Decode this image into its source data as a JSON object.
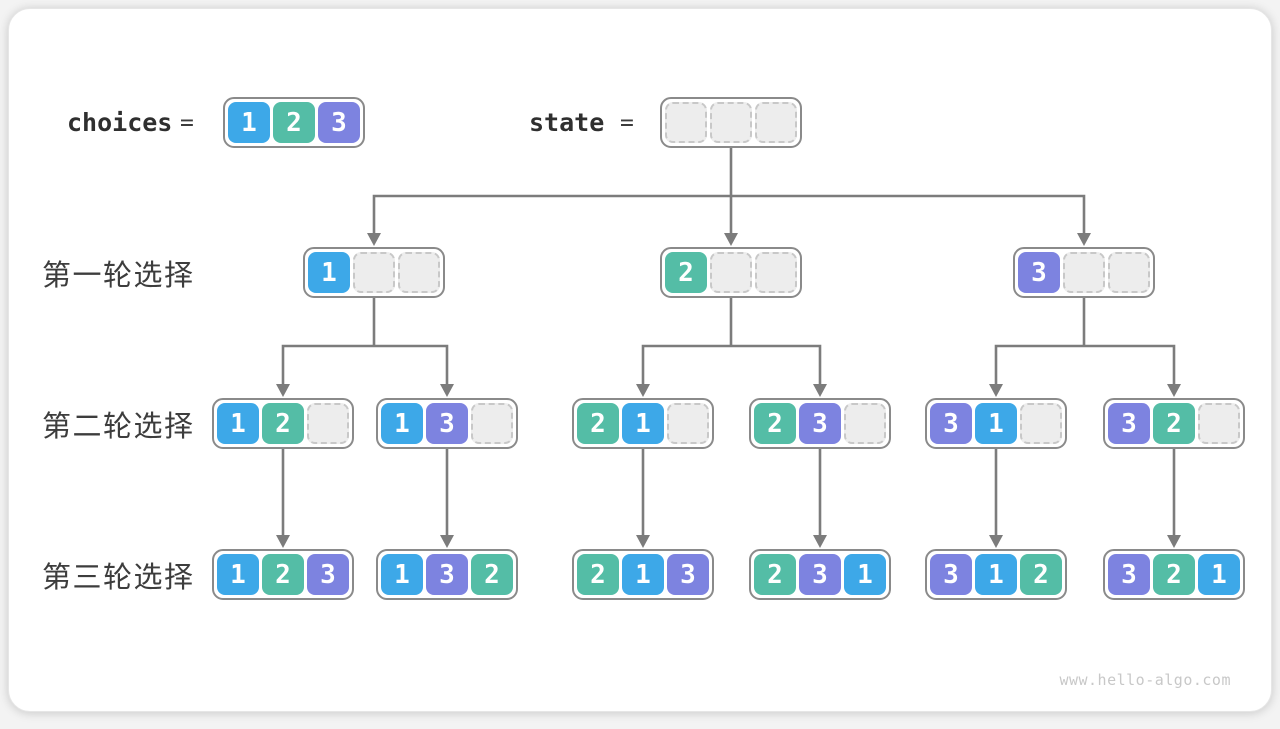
{
  "watermark": "www.hello-algo.com",
  "header": {
    "choices_label": "choices",
    "equals_sign": "=",
    "state_label": "state",
    "choices": [
      1,
      2,
      3
    ],
    "state": [
      null,
      null,
      null
    ]
  },
  "tile_colors": {
    "1": "#3da8e8",
    "2": "#54bda6",
    "3": "#7d83e0"
  },
  "style_colors": {
    "connector": "#7c7c7c",
    "box_border": "#8a8a8a",
    "empty_slot_fill": "#ededed",
    "empty_slot_border": "#c8c8c8"
  },
  "rows": [
    {
      "label": "第一轮选择",
      "boxes": [
        [
          1,
          null,
          null
        ],
        [
          2,
          null,
          null
        ],
        [
          3,
          null,
          null
        ]
      ]
    },
    {
      "label": "第二轮选择",
      "boxes": [
        [
          1,
          2,
          null
        ],
        [
          1,
          3,
          null
        ],
        [
          2,
          1,
          null
        ],
        [
          2,
          3,
          null
        ],
        [
          3,
          1,
          null
        ],
        [
          3,
          2,
          null
        ]
      ]
    },
    {
      "label": "第三轮选择",
      "boxes": [
        [
          1,
          2,
          3
        ],
        [
          1,
          3,
          2
        ],
        [
          2,
          1,
          3
        ],
        [
          2,
          3,
          1
        ],
        [
          3,
          1,
          2
        ],
        [
          3,
          2,
          1
        ]
      ]
    }
  ]
}
